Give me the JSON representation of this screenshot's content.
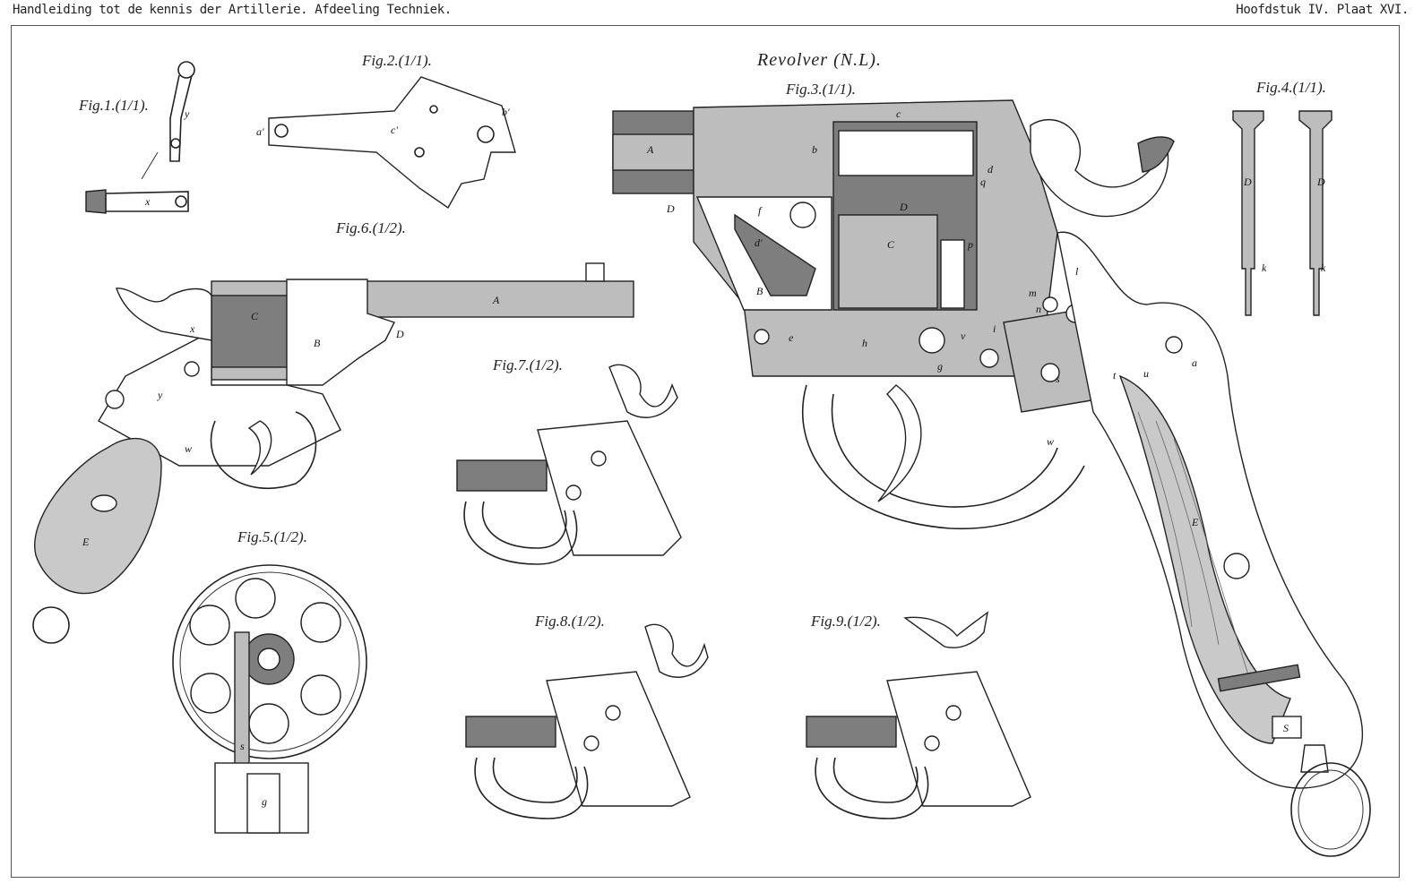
{
  "header": {
    "left": "Handleiding tot de kennis der Artillerie. Afdeeling Techniek.",
    "right": "Hoofdstuk IV. Plaat XVI."
  },
  "title": "Revolver (N.L).",
  "figures": {
    "fig1": "Fig.1.(1/1).",
    "fig2": "Fig.2.(1/1).",
    "fig3": "Fig.3.(1/1).",
    "fig4": "Fig.4.(1/1).",
    "fig5": "Fig.5.(1/2).",
    "fig6": "Fig.6.(1/2).",
    "fig7": "Fig.7.(1/2).",
    "fig8": "Fig.8.(1/2).",
    "fig9": "Fig.9.(1/2)."
  },
  "letters": {
    "fig1": [
      "y",
      "x"
    ],
    "fig2": [
      "a'",
      "c'",
      "b'"
    ],
    "fig3": [
      "A",
      "b",
      "c",
      "d",
      "q",
      "D",
      "f",
      "d'",
      "D",
      "C",
      "p",
      "B",
      "e",
      "h",
      "g",
      "v",
      "i",
      "m",
      "n",
      "l",
      "s",
      "t",
      "u",
      "a",
      "w",
      "E",
      "S"
    ],
    "fig4": [
      "D",
      "k",
      "D",
      "k"
    ],
    "fig5": [
      "g",
      "s"
    ],
    "fig6": [
      "A",
      "C",
      "x",
      "B",
      "D",
      "y",
      "w",
      "E"
    ]
  }
}
